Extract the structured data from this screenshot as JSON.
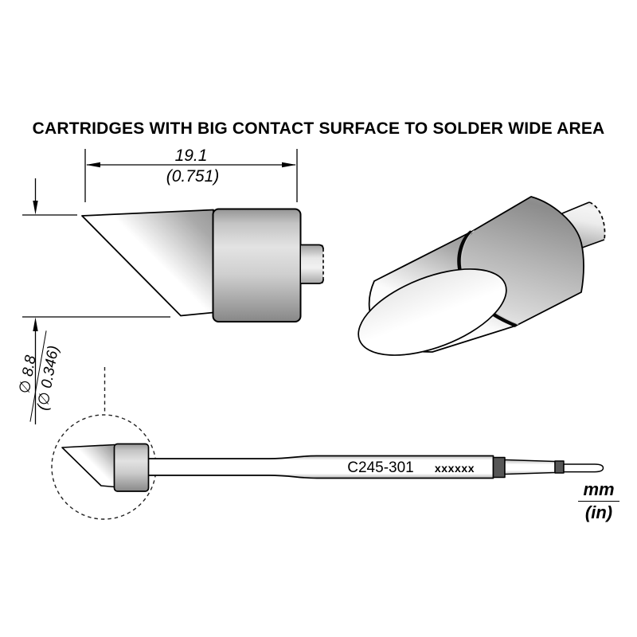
{
  "title": "CARTRIDGES WITH BIG CONTACT SURFACE TO SOLDER WIDE AREA",
  "dimension_length": {
    "metric": "19.1",
    "imperial": "(0.751)"
  },
  "dimension_diameter": {
    "metric": "∅ 8.8",
    "imperial": "(∅ 0.346)"
  },
  "cartridge_label": {
    "model": "C245-301",
    "marking": "xxxxxx"
  },
  "units_legend": {
    "metric": "mm",
    "imperial": "(in)"
  },
  "colors": {
    "line": "#000000",
    "connector_band": "#565656",
    "metal_shadow": "#949494",
    "metal_highlight": "#ffffff",
    "background": "#ffffff"
  }
}
